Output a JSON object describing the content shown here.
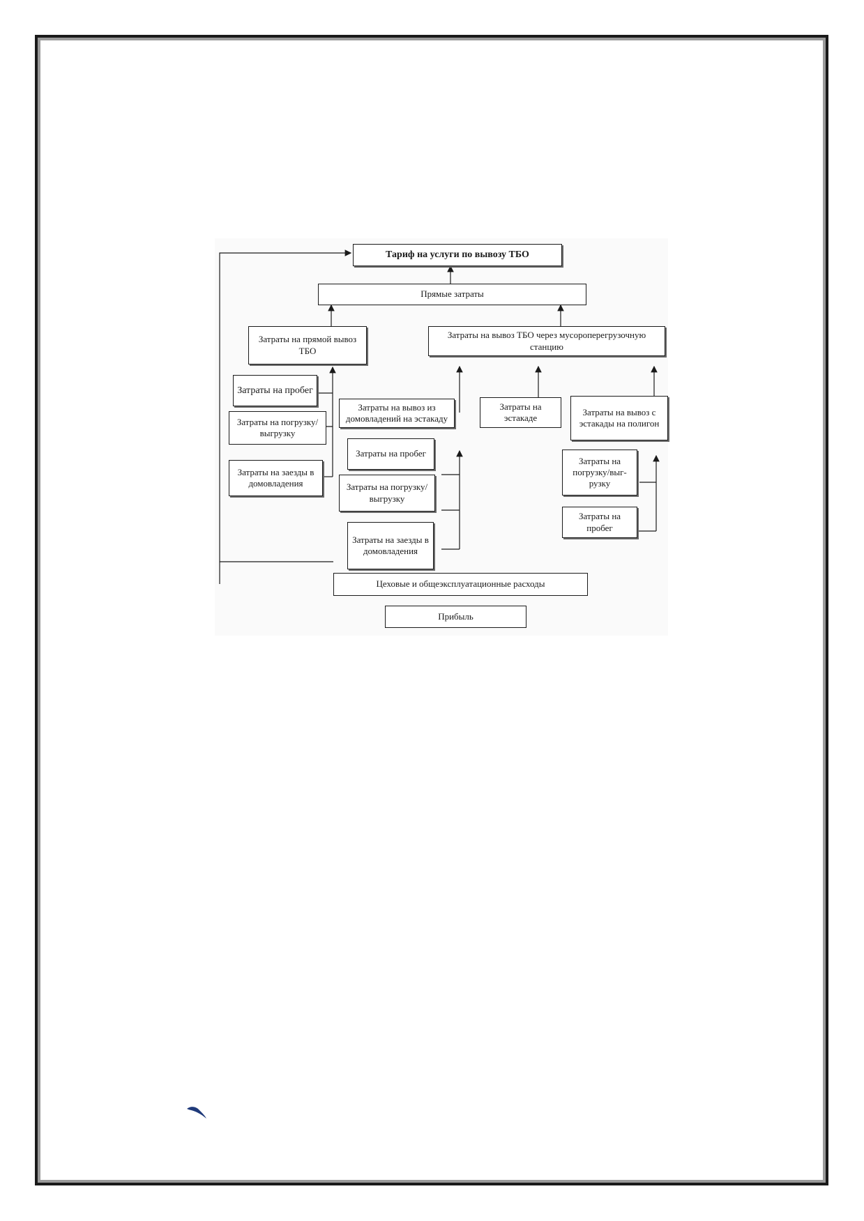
{
  "diagram": {
    "root": "Тариф на услуги по вывозу ТБО",
    "direct_costs": "Прямые затраты",
    "direct_removal": "Затраты на прямой вывоз ТБО",
    "transfer_removal": "Затраты на вывоз ТБО через мусороперегрузочную станцию",
    "left_children": [
      "Затраты на пробег",
      "Затраты на погрузку/выгрузку",
      "Затраты на заезды в домовладения"
    ],
    "mid_header": "Затраты на вывоз из домовладений на эстакаду",
    "mid_children": [
      "Затраты на пробег",
      "Затраты на погрузку/выгрузку",
      "Затраты на заезды в домовладения"
    ],
    "estacade": "Затраты на эстакаде",
    "landfill_header": "Затраты на вывоз с эстакады на полигон",
    "right_children": [
      "Затраты на погрузку/выг-рузку",
      "Затраты на пробег"
    ],
    "overhead": "Цеховые и общеэксплуатационные расходы",
    "profit": "Прибыль"
  },
  "colors": {
    "line": "#1a1a1a",
    "frame": "#1a1a1a",
    "mark": "#1f3a7a"
  }
}
